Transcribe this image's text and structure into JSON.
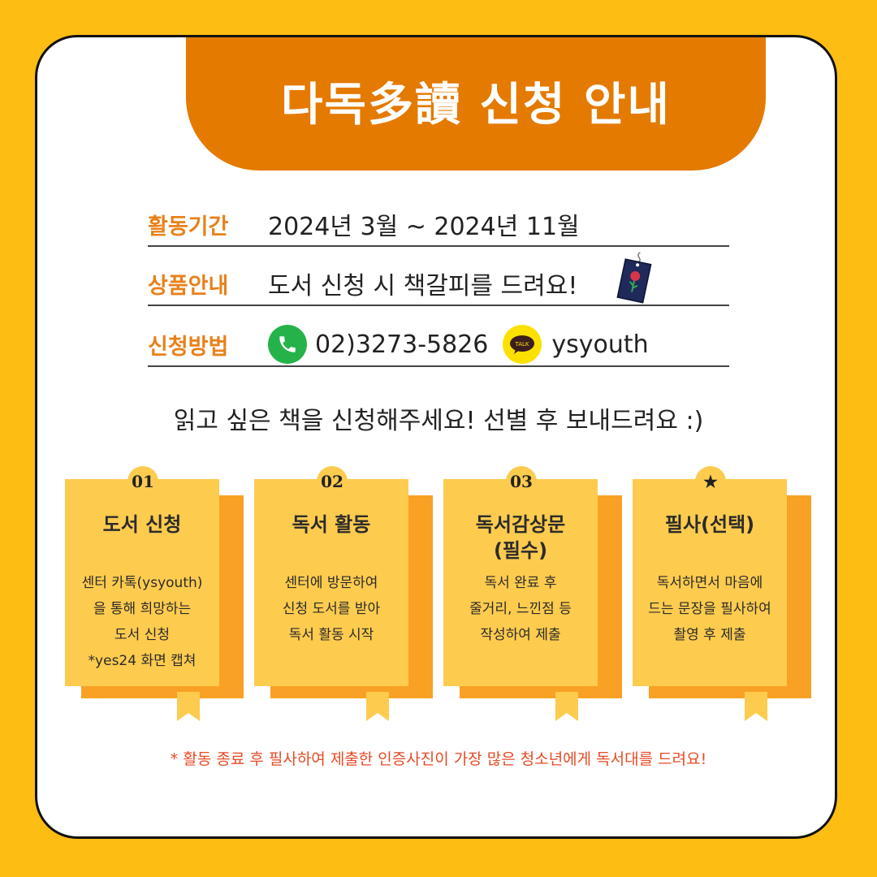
{
  "title": "다독多讀 신청 안내",
  "info": {
    "period_label": "활동기간",
    "period_value": "2024년 3월 ~ 2024년 11월",
    "gift_label": "상품안내",
    "gift_value": "도서 신청 시 책갈피를 드려요!",
    "method_label": "신청방법",
    "phone": "02)3273-5826",
    "kakao_id": "ysyouth",
    "kakao_badge": "TALK"
  },
  "intro": "읽고 싶은 책을 신청해주세요! 선별 후 보내드려요 :)",
  "steps": [
    {
      "badge": "01",
      "title": [
        "도서 신청"
      ],
      "desc": [
        "센터 카톡(ysyouth)",
        "을 통해 희망하는",
        "도서 신청",
        "*yes24 화면 캡쳐"
      ]
    },
    {
      "badge": "02",
      "title": [
        "독서 활동"
      ],
      "desc": [
        "센터에 방문하여",
        "신청 도서를 받아",
        "독서 활동 시작"
      ]
    },
    {
      "badge": "03",
      "title": [
        "독서감상문",
        "(필수)"
      ],
      "desc": [
        "독서 완료 후",
        "줄거리, 느낀점 등",
        "작성하여 제출"
      ]
    },
    {
      "badge": "★",
      "title": [
        "필사(선택)"
      ],
      "desc": [
        "독서하면서 마음에",
        "드는 문장을 필사하여",
        "촬영 후 제출"
      ]
    }
  ],
  "footnote": "* 활동 종료 후 필사하여 제출한 인증사진이 가장 많은 청소년에게 독서대를 드려요!",
  "colors": {
    "background": "#FDBD12",
    "title_tab": "#E47A00",
    "label": "#E8811A",
    "card_front": "#FDCB4E",
    "card_back": "#F8A124",
    "footnote": "#E64A24"
  }
}
